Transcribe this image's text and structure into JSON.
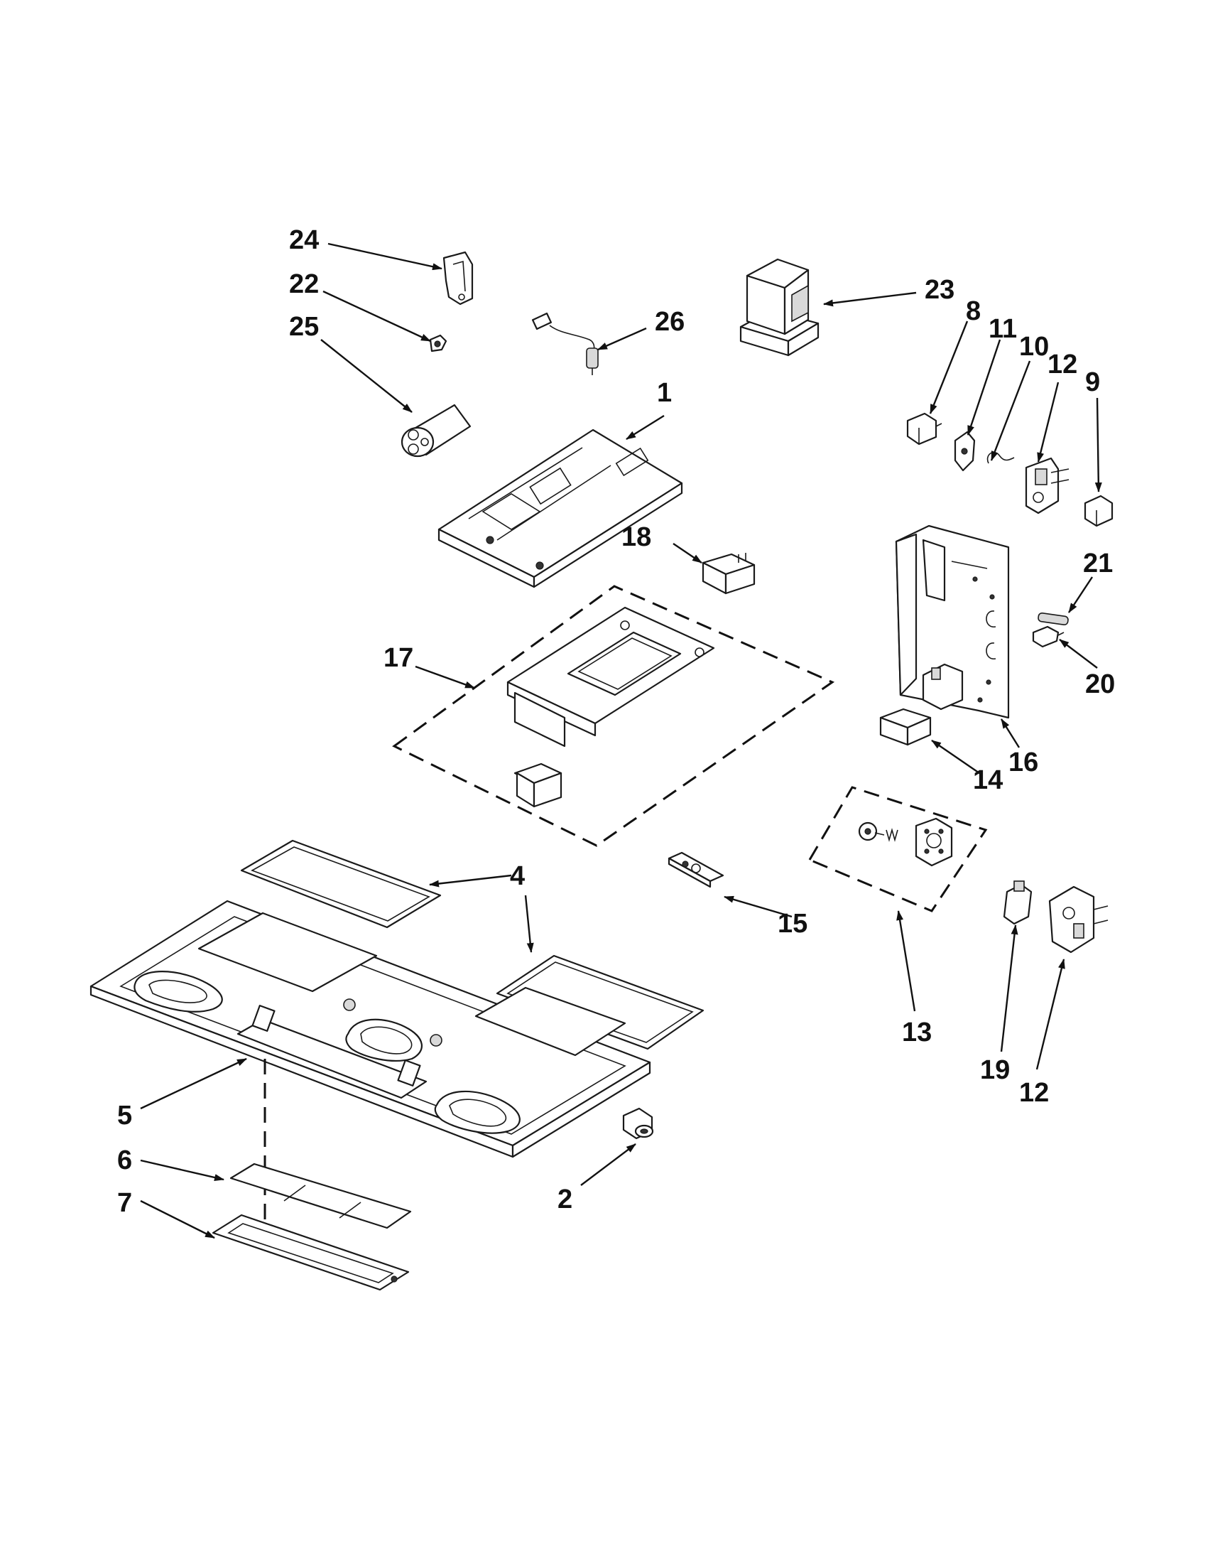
{
  "callouts": {
    "c1": "1",
    "c2": "2",
    "c4": "4",
    "c5": "5",
    "c6": "6",
    "c7": "7",
    "c8": "8",
    "c9": "9",
    "c10": "10",
    "c11": "11",
    "c12a": "12",
    "c12b": "12",
    "c13": "13",
    "c14": "14",
    "c15": "15",
    "c16": "16",
    "c17": "17",
    "c18": "18",
    "c19": "19",
    "c20": "20",
    "c21": "21",
    "c22": "22",
    "c23": "23",
    "c24": "24",
    "c25": "25",
    "c26": "26"
  }
}
